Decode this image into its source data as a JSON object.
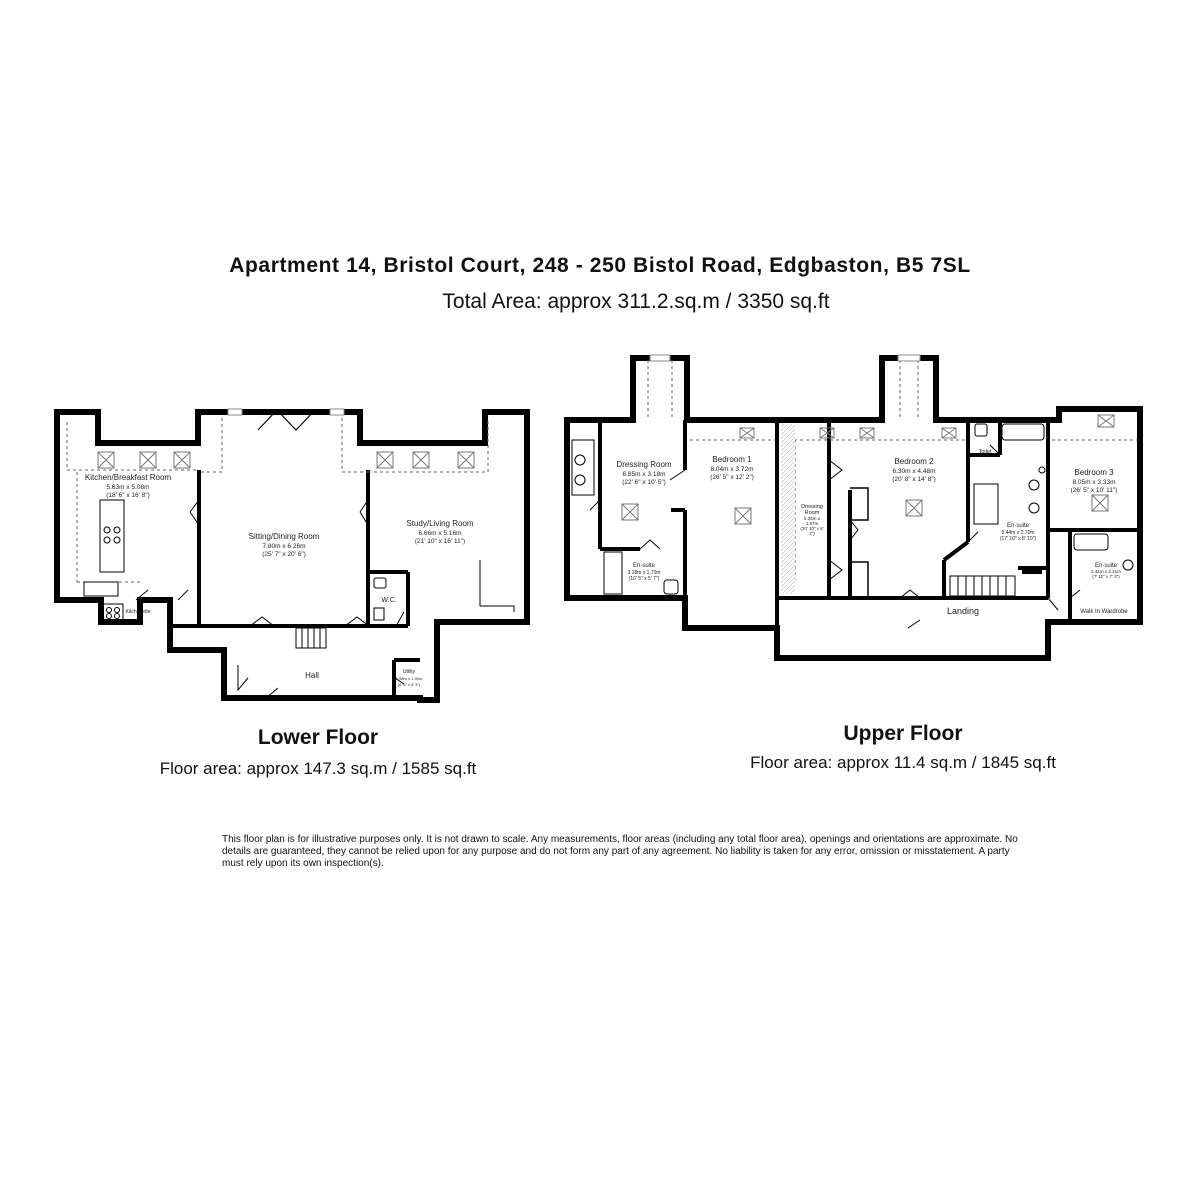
{
  "header": {
    "address": "Apartment 14, Bristol Court, 248 - 250 Bistol Road, Edgbaston, B5 7SL",
    "total_area": "Total Area: approx 311.2.sq.m / 3350 sq.ft"
  },
  "lower_floor": {
    "name": "Lower Floor",
    "area": "Floor area: approx 147.3 sq.m / 1585 sq.ft",
    "rooms": {
      "kitchen": {
        "name": "Kitchen/Breakfast Room",
        "metric": "5.63m x 5.08m",
        "imperial": "(18' 6\" x 16' 8\")"
      },
      "sitting": {
        "name": "Sitting/Dining Room",
        "metric": "7.80m x 6.26m",
        "imperial": "(25' 7\" x 20' 6\")"
      },
      "study": {
        "name": "Study/Living Room",
        "metric": "6.66m x 5.16m",
        "imperial": "(21' 10\" x 16' 11\")"
      },
      "kitchenette": {
        "name": "Kitchenette"
      },
      "wc": {
        "name": "W.C."
      },
      "hall": {
        "name": "Hall"
      },
      "utility": {
        "name": "Utility",
        "metric": "1.98m x 1.90m",
        "imperial": "(6' 6\" x 6' 3\")"
      }
    }
  },
  "upper_floor": {
    "name": "Upper Floor",
    "area": "Floor area: approx 11.4 sq.m / 1845 sq.ft",
    "rooms": {
      "dressing1": {
        "name": "Dressing Room",
        "metric": "6.85m x 3.18m",
        "imperial": "(22' 6\" x 10' 5\")"
      },
      "bedroom1": {
        "name": "Bedroom 1",
        "metric": "8.04m x 3.72m",
        "imperial": "(26' 5\" x 12' 2\")"
      },
      "ensuite1": {
        "name": "En-suite",
        "metric": "3.18m x 1.70m",
        "imperial": "(10' 5\" x 5' 7\")"
      },
      "dressing2": {
        "name1": "Dressing",
        "name2": "Room",
        "metric1": "6.36m x",
        "metric2": "1.87m",
        "imperial1": "(20' 10\" x 6'",
        "imperial2": "2\")"
      },
      "bedroom2": {
        "name": "Bedroom 2",
        "metric": "6.30m x 4.48m",
        "imperial": "(20' 8\" x 14' 8\")"
      },
      "toilet": {
        "name": "Toilet"
      },
      "ensuite2": {
        "name": "En-suite",
        "metric": "5.44m x 2.70m",
        "imperial": "(17' 10\" x 8' 10\")"
      },
      "bedroom3": {
        "name": "Bedroom 3",
        "metric": "8.05m x 3.33m",
        "imperial": "(26' 5\" x 10' 11\")"
      },
      "ensuite3": {
        "name": "En-suite",
        "metric": "2.41m x 2.21m",
        "imperial": "(7' 11\" x 7' 3\")"
      },
      "landing": {
        "name": "Landing"
      },
      "walkin": {
        "name": "Walk In Wardrobe"
      }
    }
  },
  "disclaimer": "This floor plan is for illustrative purposes only. It is not drawn to scale. Any measurements, floor areas (including any total floor area), openings and orientations are approximate. No details are guaranteed, they cannot be relied upon for any purpose and do not form any part of any agreement. No liability is taken for any error, omission or misstatement. A party must rely upon its own inspection(s)."
}
